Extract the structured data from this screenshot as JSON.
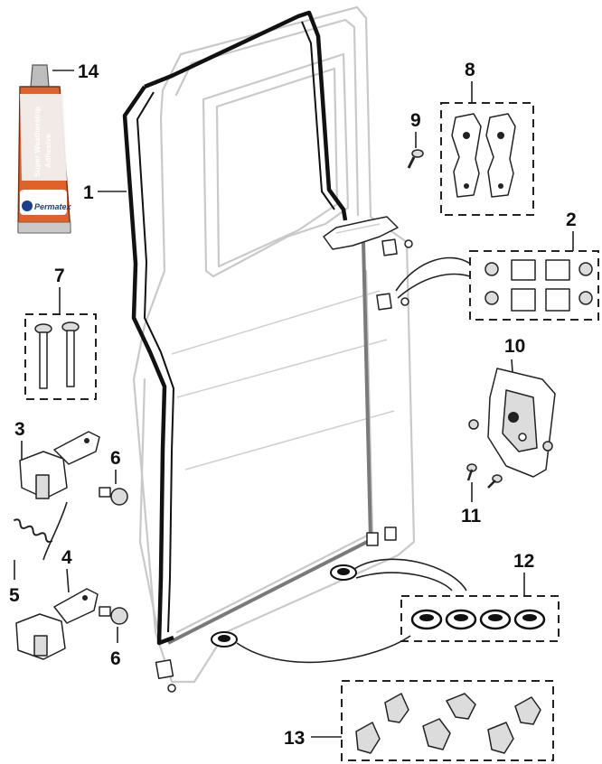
{
  "callouts": {
    "c1": "1",
    "c2": "2",
    "c3": "3",
    "c4": "4",
    "c5": "5",
    "c6a": "6",
    "c6b": "6",
    "c7": "7",
    "c8": "8",
    "c9": "9",
    "c10": "10",
    "c11": "11",
    "c12": "12",
    "c13": "13",
    "c14": "14"
  },
  "tube": {
    "brand": "Permatex",
    "line1": "Super Weatherstrip",
    "line2": "Adhesive"
  },
  "colors": {
    "tube_orange": "#e0622a",
    "tube_label": "#f1f1f1",
    "ghost_outline": "#c9c9c9",
    "ink": "#222222"
  }
}
